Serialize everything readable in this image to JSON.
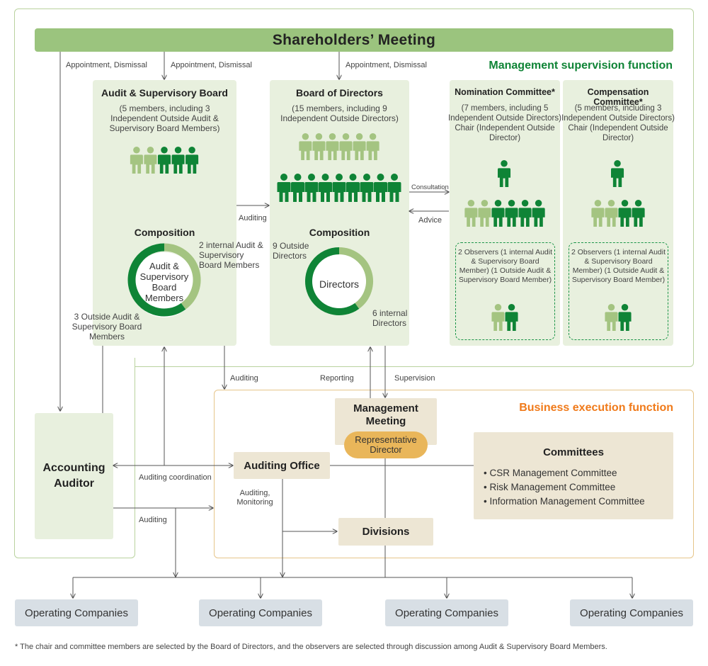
{
  "shareholders_meeting": "Shareholders’ Meeting",
  "supervision_title": "Management supervision function",
  "execution_title": "Business execution function",
  "labels": {
    "appointment_1": "Appointment, Dismissal",
    "appointment_2": "Appointment, Dismissal",
    "appointment_3": "Appointment, Dismissal",
    "auditing_board": "Auditing",
    "consultation": "Consultation",
    "advice": "Advice",
    "auditing_down": "Auditing",
    "reporting": "Reporting",
    "supervision": "Supervision",
    "auditing_coordination": "Auditing coordination",
    "auditing_monitoring": "Auditing,\nMonitoring",
    "auditing_accounting": "Auditing"
  },
  "audit_board": {
    "title": "Audit & Supervisory Board",
    "subtitle": "(5 members, including 3 Independent Outside Audit & Supervisory Board Members)",
    "composition_label": "Composition",
    "donut_center": "Audit & Supervisory Board Members",
    "label_internal": "2 internal Audit & Supervisory Board Members",
    "label_outside": "3 Outside Audit & Supervisory Board Members",
    "internal_count": 2,
    "outside_count": 3
  },
  "board_of_directors": {
    "title": "Board of Directors",
    "subtitle": "(15 members, including 9 Independent Outside Directors)",
    "composition_label": "Composition",
    "donut_center": "Directors",
    "label_outside": "9 Outside Directors",
    "label_internal": "6 internal Directors",
    "internal_count": 6,
    "outside_count": 9
  },
  "nomination_committee": {
    "title": "Nomination Committee*",
    "subtitle": "(7 members, including 5 Independent Outside Directors) Chair (Independent Outside Director)",
    "observers": "2 Observers (1 internal Audit & Supervisory Board Member) (1 Outside Audit & Supervisory Board Member)"
  },
  "compensation_committee": {
    "title": "Compensation Committee*",
    "subtitle": "(5 members, including 3 Independent Outside Directors) Chair (Independent Outside Director)",
    "observers": "2 Observers (1 internal Audit & Supervisory Board Member) (1 Outside Audit & Supervisory Board Member)"
  },
  "accounting_auditor": "Accounting Auditor",
  "management_meeting": "Management Meeting",
  "representative_director": "Representative Director",
  "auditing_office": "Auditing Office",
  "divisions": "Divisions",
  "committees": {
    "title": "Committees",
    "items": [
      "CSR Management Committee",
      "Risk Management Committee",
      "Information Management Committee"
    ]
  },
  "operating_companies": [
    "Operating Companies",
    "Operating Companies",
    "Operating Companies",
    "Operating Companies"
  ],
  "footnote": "* The chair and committee members are selected by the Board of Directors, and the observers are selected through discussion among Audit & Supervisory Board Members.",
  "colors": {
    "dark_green": "#0f8436",
    "light_green": "#a4c481",
    "panel_green": "#e8f0de",
    "bar_green": "#9bc47e",
    "orange": "#f07a1a",
    "gold": "#e9b65a",
    "beige": "#ede6d4",
    "gray_blue": "#d8dfe5"
  }
}
